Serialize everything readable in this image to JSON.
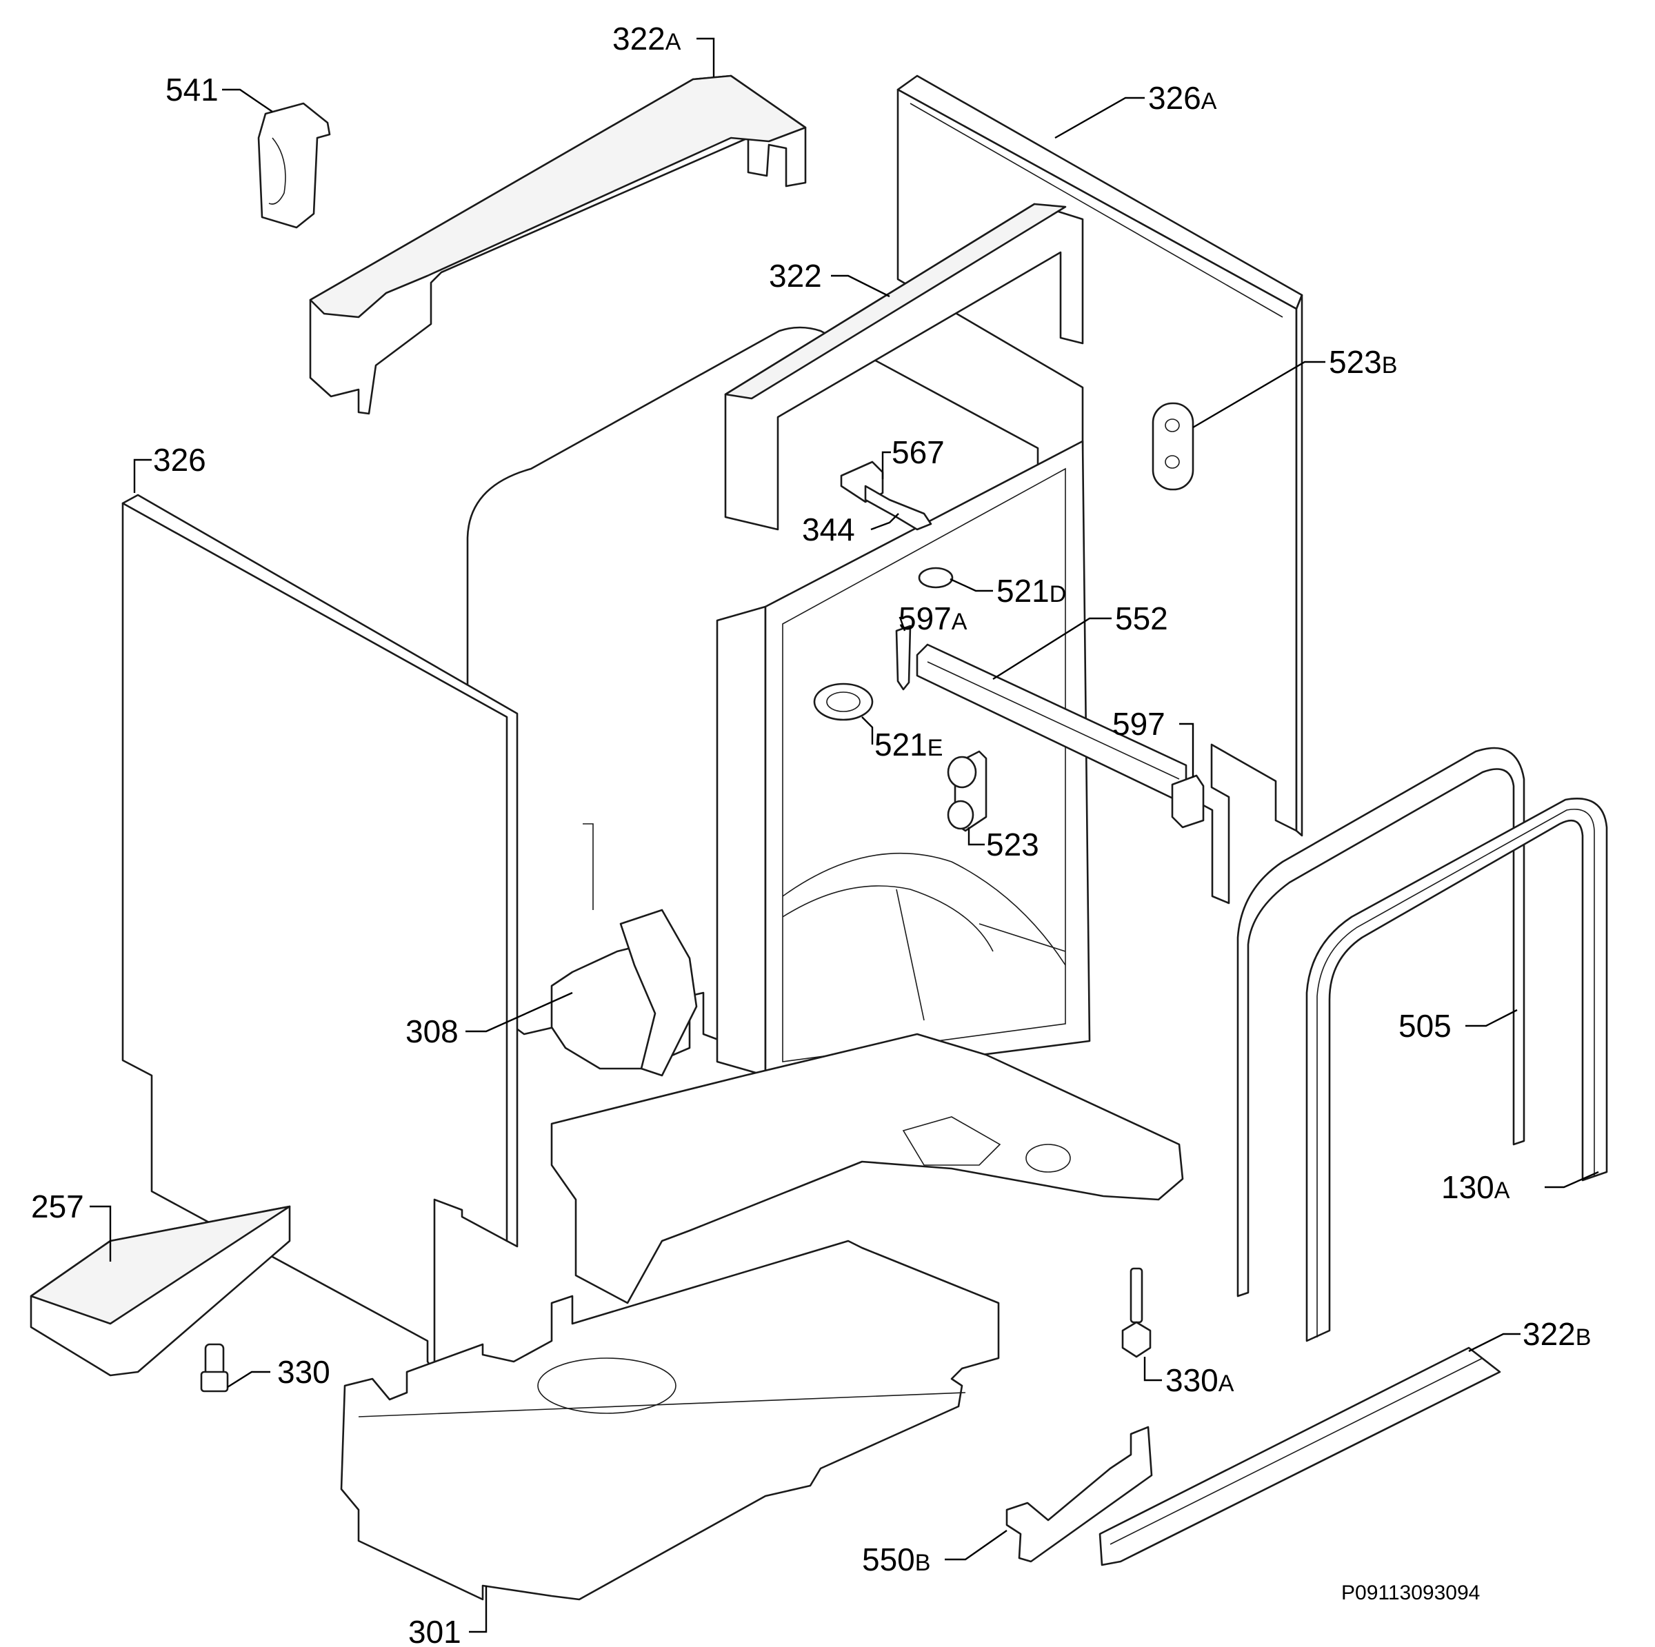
{
  "labels": {
    "p322a": {
      "num": "322",
      "sfx": "A"
    },
    "p541": {
      "num": "541",
      "sfx": ""
    },
    "p326a": {
      "num": "326",
      "sfx": "A"
    },
    "p322": {
      "num": "322",
      "sfx": ""
    },
    "p523b": {
      "num": "523",
      "sfx": "B"
    },
    "p326": {
      "num": "326",
      "sfx": ""
    },
    "p567": {
      "num": "567",
      "sfx": ""
    },
    "p344": {
      "num": "344",
      "sfx": ""
    },
    "p521d": {
      "num": "521",
      "sfx": "D"
    },
    "p597a": {
      "num": "597",
      "sfx": "A"
    },
    "p552": {
      "num": "552",
      "sfx": ""
    },
    "p597": {
      "num": "597",
      "sfx": ""
    },
    "p521e": {
      "num": "521",
      "sfx": "E"
    },
    "p523": {
      "num": "523",
      "sfx": ""
    },
    "p308": {
      "num": "308",
      "sfx": ""
    },
    "p505": {
      "num": "505",
      "sfx": ""
    },
    "p130a": {
      "num": "130",
      "sfx": "A"
    },
    "p257": {
      "num": "257",
      "sfx": ""
    },
    "p330": {
      "num": "330",
      "sfx": ""
    },
    "p330a": {
      "num": "330",
      "sfx": "A"
    },
    "p322b": {
      "num": "322",
      "sfx": "B"
    },
    "p550b": {
      "num": "550",
      "sfx": "B"
    },
    "p301": {
      "num": "301",
      "sfx": ""
    }
  },
  "drawing_code": "P09113093094"
}
